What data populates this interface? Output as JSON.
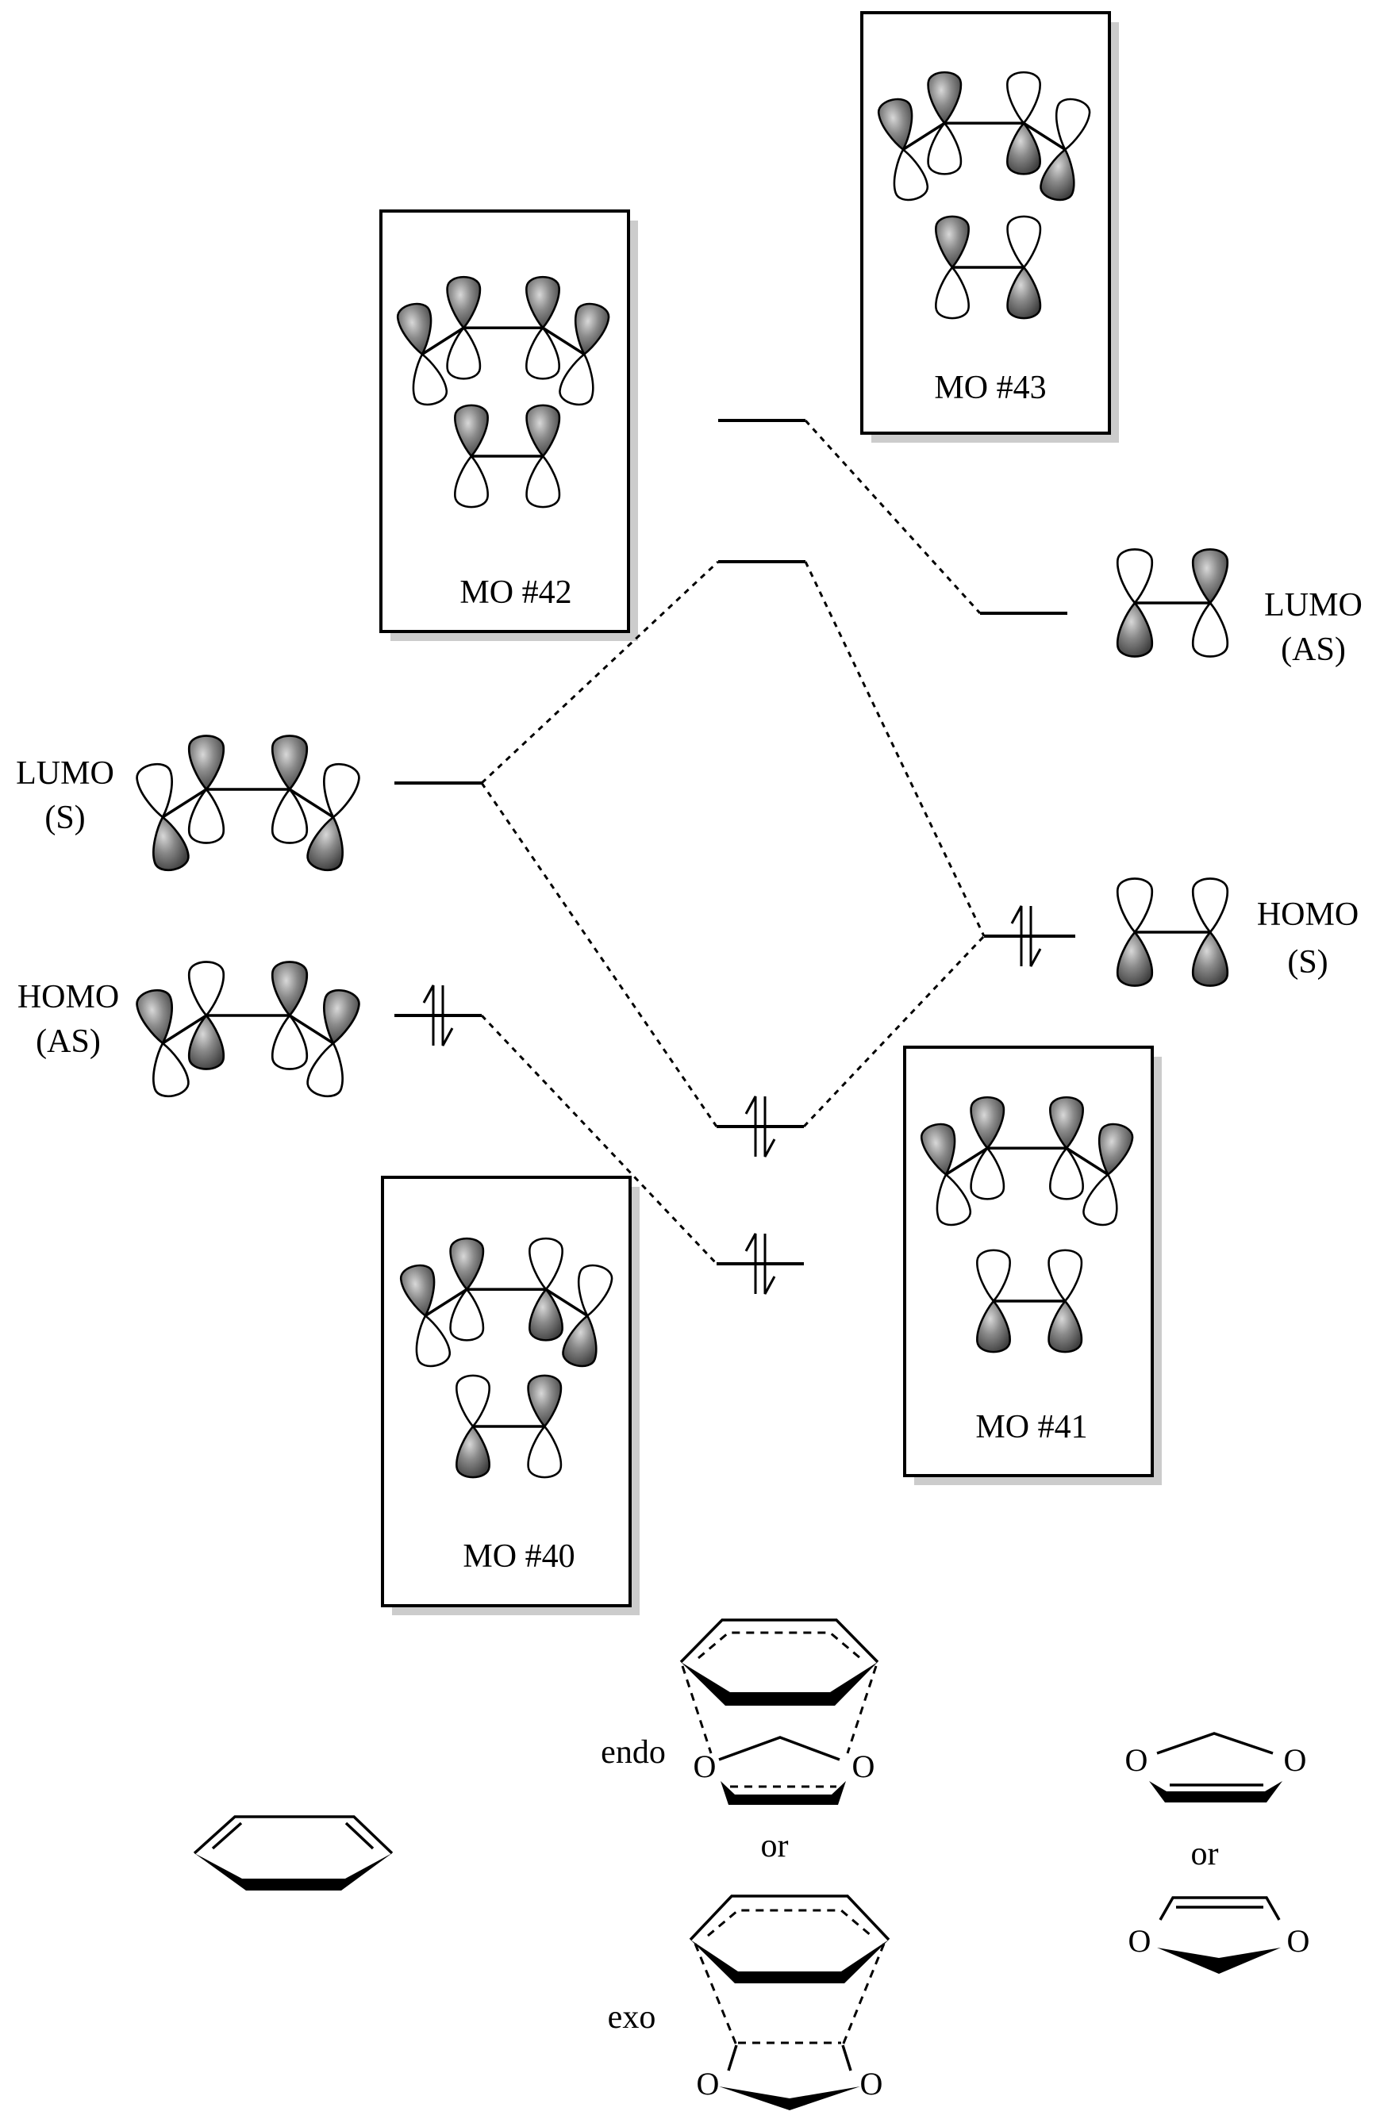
{
  "orbital_boxes": {
    "mo42": "MO #42",
    "mo43": "MO #43",
    "mo41": "MO #41",
    "mo40": "MO #40"
  },
  "left_fragment": {
    "lumo_label": "LUMO",
    "lumo_sym": "(S)",
    "homo_label": "HOMO",
    "homo_sym": "(AS)"
  },
  "right_fragment": {
    "lumo_label": "LUMO",
    "lumo_sym": "(AS)",
    "homo_label": "HOMO",
    "homo_sym": "(S)"
  },
  "structures": {
    "endo_label": "endo",
    "exo_label": "exo",
    "or_center": "or",
    "or_right": "or",
    "oxygen": "O"
  },
  "colors": {
    "lobe_shaded": "#7a7a7a",
    "frame_shadow": "#cccccc"
  }
}
